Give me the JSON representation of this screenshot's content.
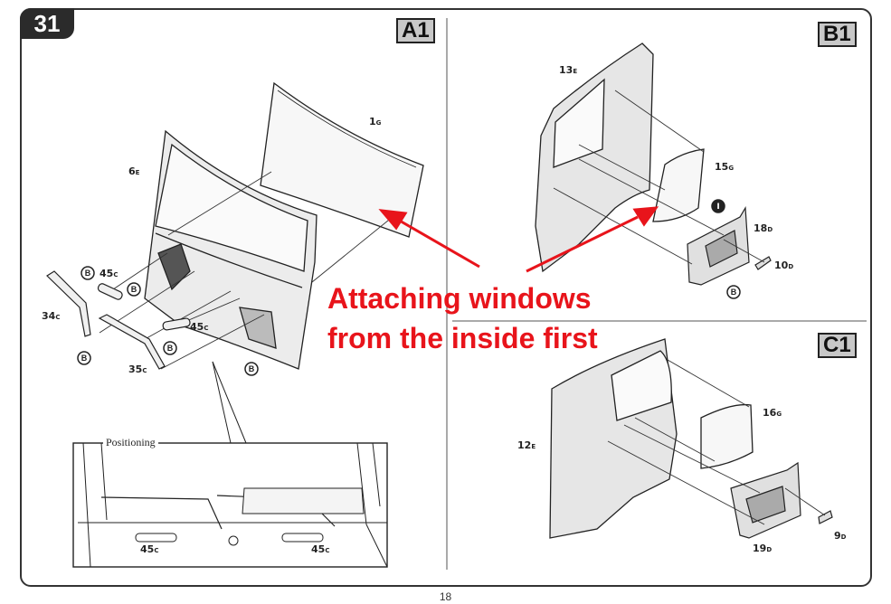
{
  "step_number": "31",
  "sections": {
    "a1": "A1",
    "b1": "B1",
    "c1": "C1"
  },
  "note": {
    "line1": "Attaching windows",
    "line2": "from the inside first"
  },
  "positioning_label": "Positioning",
  "page_number": "18",
  "callout_symbol": "B",
  "parts": {
    "p1g": {
      "num": "1",
      "sfx": "G"
    },
    "p6e": {
      "num": "6",
      "sfx": "E"
    },
    "p45c_a": {
      "num": "45",
      "sfx": "C"
    },
    "p45c_b": {
      "num": "45",
      "sfx": "C"
    },
    "p34c": {
      "num": "34",
      "sfx": "C"
    },
    "p35c": {
      "num": "35",
      "sfx": "C"
    },
    "p45c_c": {
      "num": "45",
      "sfx": "C"
    },
    "p45c_d": {
      "num": "45",
      "sfx": "C"
    },
    "p13e": {
      "num": "13",
      "sfx": "E"
    },
    "p15g": {
      "num": "15",
      "sfx": "G"
    },
    "p18d": {
      "num": "18",
      "sfx": "D"
    },
    "p10d": {
      "num": "10",
      "sfx": "D"
    },
    "p12e": {
      "num": "12",
      "sfx": "E"
    },
    "p16g": {
      "num": "16",
      "sfx": "G"
    },
    "p19d": {
      "num": "19",
      "sfx": "D"
    },
    "p9d": {
      "num": "9",
      "sfx": "D"
    }
  },
  "colors": {
    "accent": "#e8141b",
    "panel_gray": "#e6e6e6",
    "label_bg": "#c8c8c8"
  }
}
